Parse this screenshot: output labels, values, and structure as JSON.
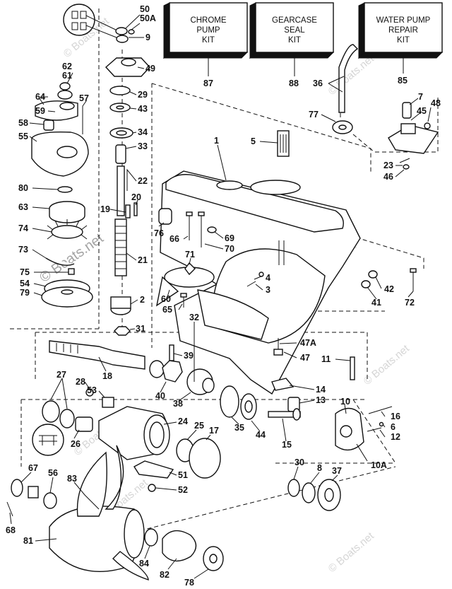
{
  "kits": [
    {
      "id": "chrome",
      "lines": [
        "CHROME",
        "PUMP",
        "KIT"
      ],
      "number": "87"
    },
    {
      "id": "gearcase",
      "lines": [
        "GEARCASE",
        "SEAL",
        "KIT"
      ],
      "number": "88"
    },
    {
      "id": "waterpump",
      "lines": [
        "WATER PUMP",
        "REPAIR",
        "KIT"
      ],
      "number": "85"
    }
  ],
  "callouts": {
    "p50": "50",
    "p50A": "50A",
    "p9": "9",
    "p49": "49",
    "p29": "29",
    "p43": "43",
    "p34": "34",
    "p33": "33",
    "p22": "22",
    "p20": "20",
    "p19": "19",
    "p21": "21",
    "p2": "2",
    "p31": "31",
    "p62": "62",
    "p61": "61",
    "p64": "64",
    "p57": "57",
    "p59": "59",
    "p58": "58",
    "p55": "55",
    "p80": "80",
    "p63": "63",
    "p74": "74",
    "p73": "73",
    "p75": "75",
    "p54": "54",
    "p79": "79",
    "p36": "36",
    "p77": "77",
    "p7": "7",
    "p45": "45",
    "p48": "48",
    "p23": "23",
    "p46": "46",
    "p1": "1",
    "p5": "5",
    "p76": "76",
    "p66": "66",
    "p69": "69",
    "p70": "70",
    "p71": "71",
    "p60": "60",
    "p65": "65",
    "p4": "4",
    "p3": "3",
    "p42": "42",
    "p41": "41",
    "p72": "72",
    "p32": "32",
    "p47A": "47A",
    "p47": "47",
    "p11": "11",
    "p18": "18",
    "p39": "39",
    "p40": "40",
    "p38": "38",
    "p14": "14",
    "p13": "13",
    "p35": "35",
    "p44": "44",
    "p15": "15",
    "p10": "10",
    "p16": "16",
    "p6": "6",
    "p12": "12",
    "p10A": "10A",
    "p27": "27",
    "p28": "28",
    "p53": "53",
    "p26": "26",
    "p24": "24",
    "p25": "25",
    "p17": "17",
    "p51": "51",
    "p52": "52",
    "p30": "30",
    "p8": "8",
    "p37": "37",
    "p67": "67",
    "p56": "56",
    "p83": "83",
    "p68": "68",
    "p81": "81",
    "p84": "84",
    "p82": "82",
    "p78": "78"
  },
  "watermark": {
    "brand": "© Boats.net"
  }
}
